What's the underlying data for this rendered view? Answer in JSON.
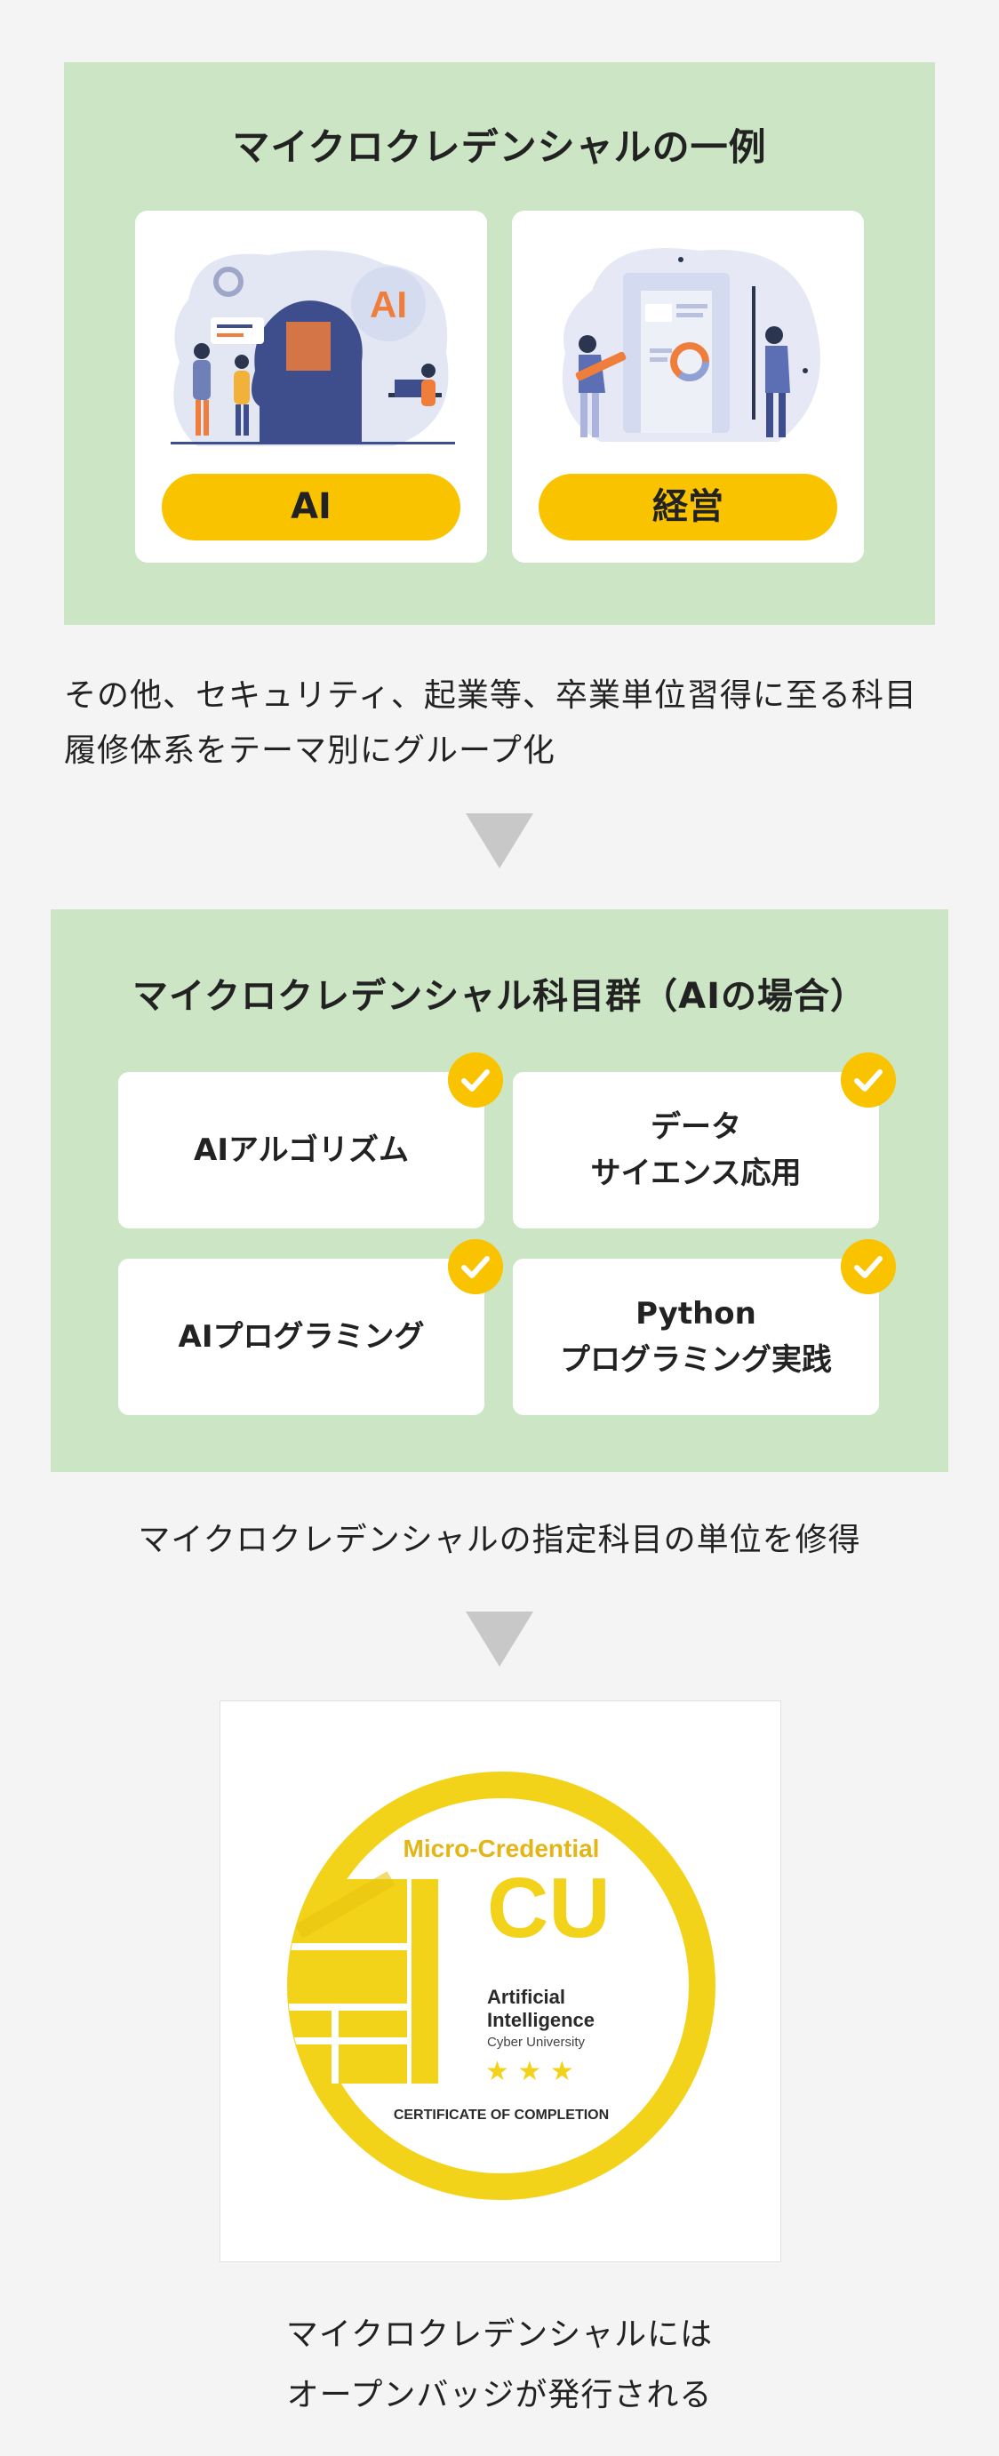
{
  "section1": {
    "title": "マイクロクレデンシャルの一例",
    "cards": [
      {
        "label": "AI",
        "illustration_text": "AI"
      },
      {
        "label": "経営"
      }
    ]
  },
  "description1": "その他、セキュリティ、起業等、卒業単位習得に至る科目履修体系をテーマ別にグループ化",
  "section2": {
    "title": "マイクロクレデンシャル科目群（AIの場合）",
    "courses": [
      {
        "label": "AIアルゴリズム"
      },
      {
        "label": "データ\nサイエンス応用"
      },
      {
        "label": "AIプログラミング"
      },
      {
        "label": "Python\nプログラミング実践"
      }
    ]
  },
  "description2": "マイクロクレデンシャルの指定科目の単位を修得",
  "badge": {
    "top_text": "Micro-Credential",
    "logo": "CU",
    "line1": "Artificial",
    "line2": "Intelligence",
    "org": "Cyber University",
    "stars": "★ ★ ★",
    "bottom_text": "CERTIFICATE OF COMPLETION"
  },
  "description3_line1": "マイクロクレデンシャルには",
  "description3_line2": "オープンバッジが発行される",
  "colors": {
    "green": "#cce5c4",
    "yellow": "#f9c300",
    "badge_yellow": "#f3d21a"
  }
}
